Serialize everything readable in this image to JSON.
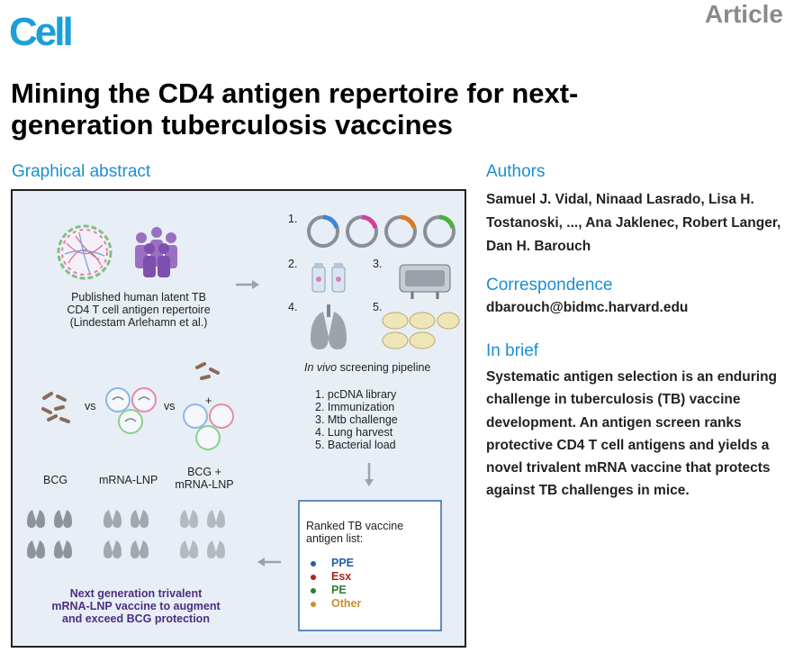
{
  "header": {
    "journal": "Cell",
    "article_type": "Article"
  },
  "title": "Mining the CD4 antigen repertoire for next-generation tuberculosis vaccines",
  "graphical_abstract": {
    "heading": "Graphical abstract",
    "repertoire_caption": [
      "Published human latent TB",
      "CD4 T cell antigen repertoire",
      "(Lindestam Arlehamn et al.)"
    ],
    "step_numbers": [
      "1.",
      "2.",
      "3.",
      "4.",
      "5."
    ],
    "pipeline_title_italic": "In vivo",
    "pipeline_title_rest": " screening pipeline",
    "pipeline_steps": [
      "1. pcDNA library",
      "2. Immunization",
      "3. Mtb challenge",
      "4. Lung harvest",
      "5. Bacterial load"
    ],
    "vs": "vs",
    "plus": "+",
    "groups": [
      "BCG",
      "mRNA-LNP",
      "BCG +",
      "mRNA-LNP"
    ],
    "ranked_box_title": [
      "Ranked TB vaccine",
      "antigen list:"
    ],
    "ranked_items": [
      {
        "label": "PPE",
        "color": "#1f5fa8"
      },
      {
        "label": "Esx",
        "color": "#a8261f"
      },
      {
        "label": "PE",
        "color": "#2f7d2f"
      },
      {
        "label": "Other",
        "color": "#c8902a"
      }
    ],
    "conclusion": [
      "Next generation trivalent",
      "mRNA-LNP vaccine to augment",
      "and exceed BCG protection"
    ],
    "conclusion_color": "#4b2e83"
  },
  "authors": {
    "heading": "Authors",
    "text": "Samuel J. Vidal, Ninaad Lasrado, Lisa H. Tostanoski, ..., Ana Jaklenec, Robert Langer, Dan H. Barouch"
  },
  "correspondence": {
    "heading": "Correspondence",
    "email": "dbarouch@bidmc.harvard.edu"
  },
  "in_brief": {
    "heading": "In brief",
    "text": "Systematic antigen selection is an enduring challenge in tuberculosis (TB) vaccine development. An antigen screen ranks protective CD4 T cell antigens and yields a novel trivalent mRNA vaccine that protects against TB challenges in mice."
  },
  "colors": {
    "brand": "#1a9fd9",
    "section_heading": "#1a8fcf",
    "panel_bg": "#e8eef5"
  }
}
